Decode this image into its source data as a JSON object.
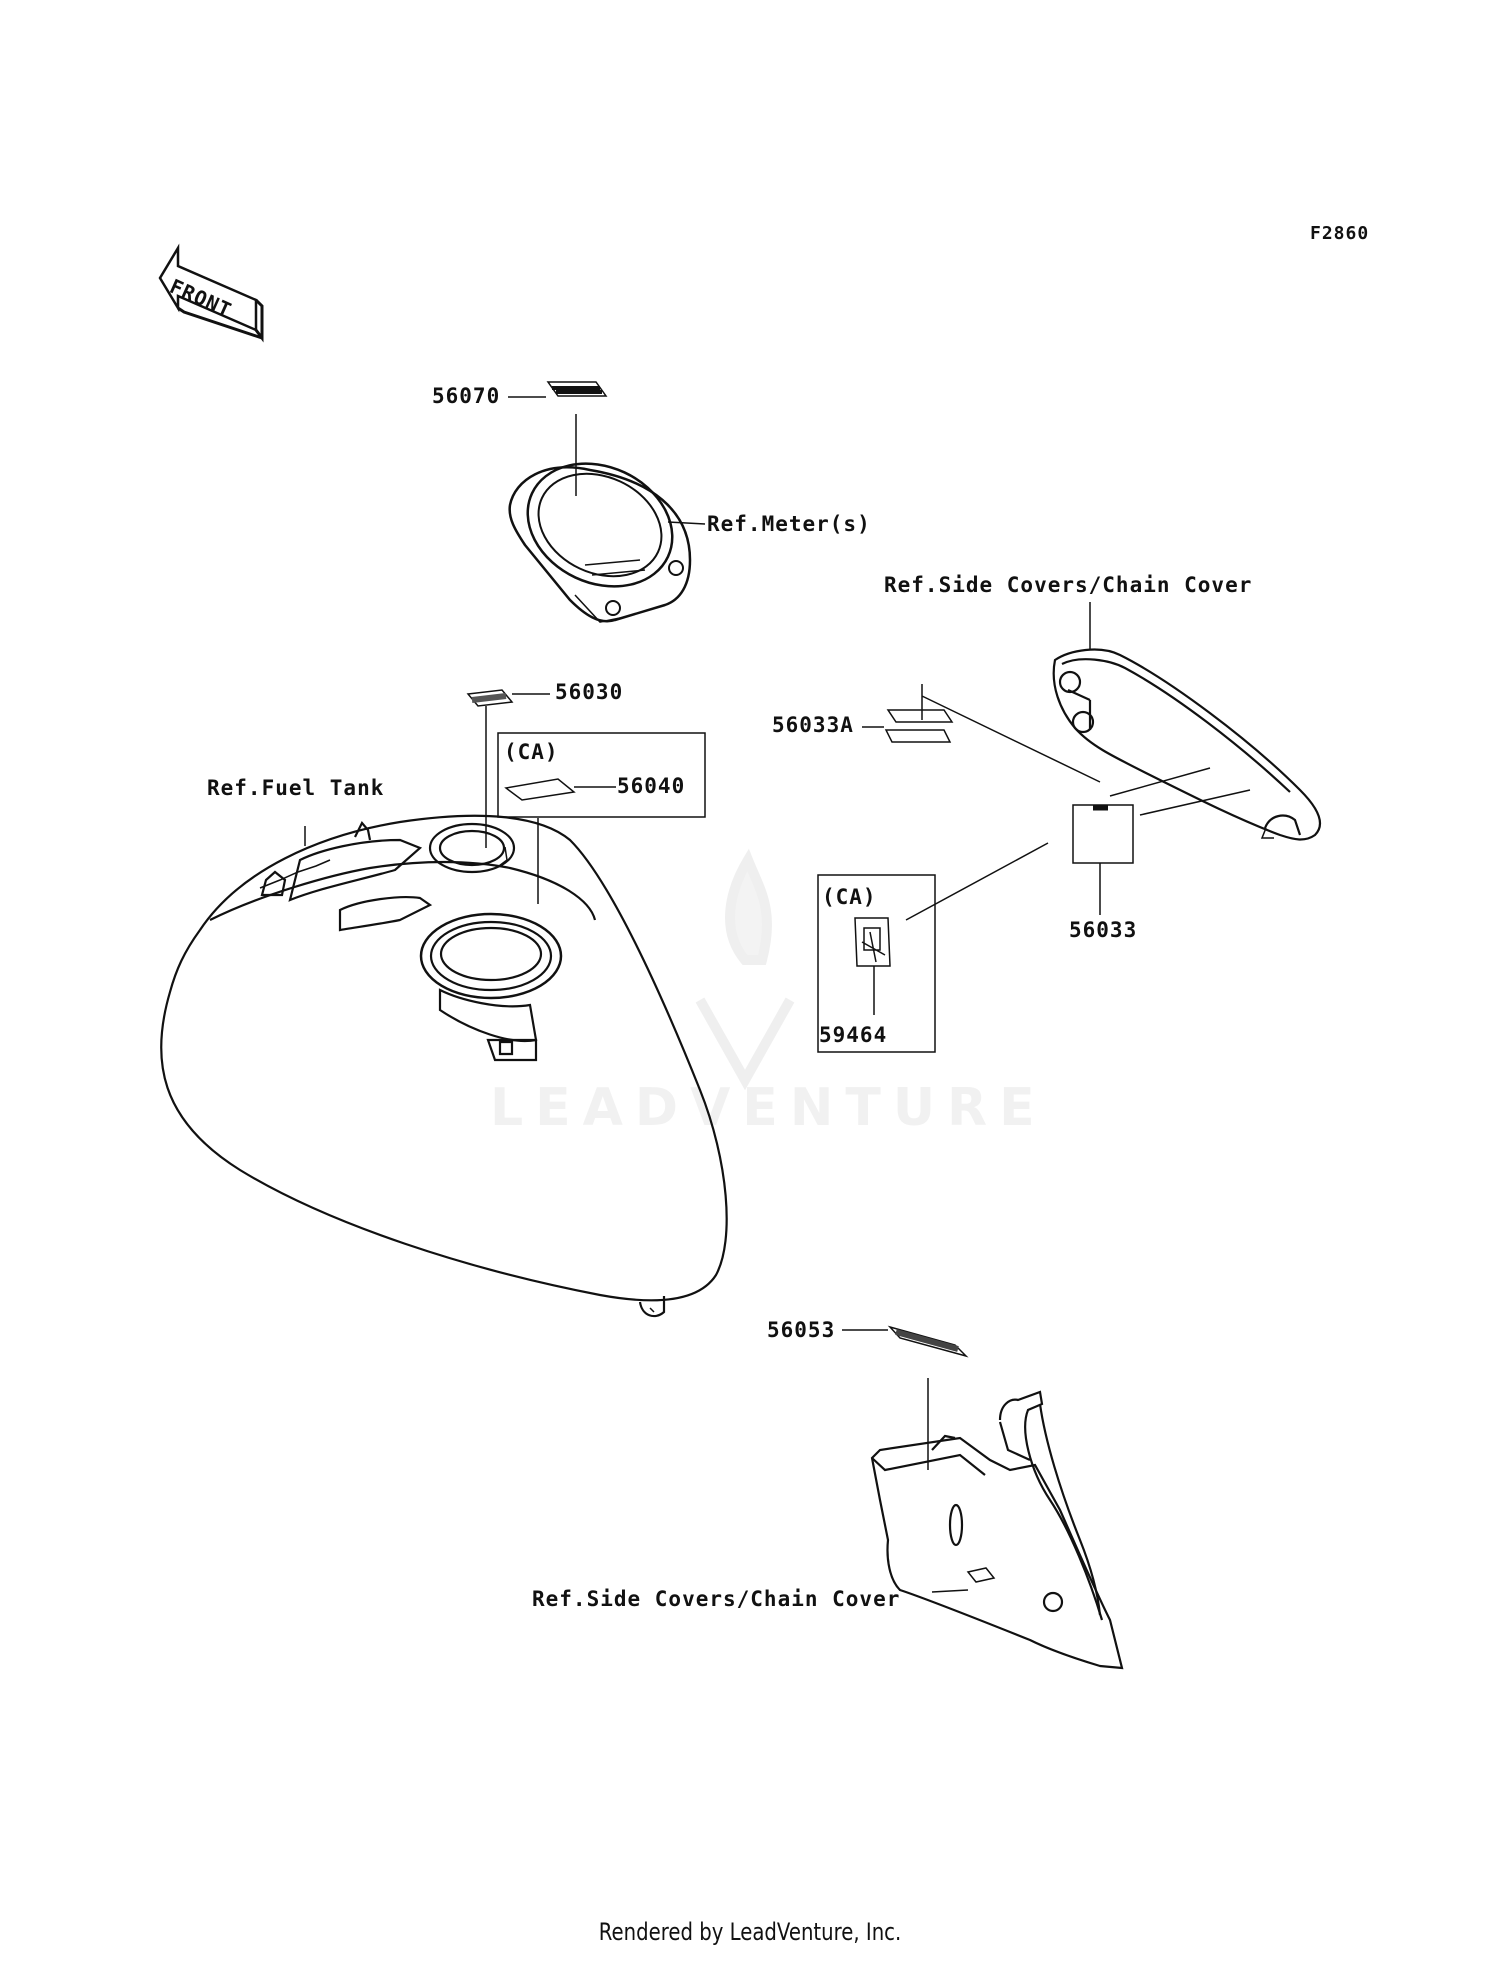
{
  "figure_code": "F2860",
  "front_arrow_text": "FRONT",
  "callouts": {
    "p56070": "56070",
    "ref_meter": "Ref.Meter(s)",
    "ref_side_cover_top": "Ref.Side Covers/Chain Cover",
    "p56030": "56030",
    "ca_1": "(CA)",
    "p56040": "56040",
    "p56033a": "56033A",
    "ref_fuel_tank": "Ref.Fuel Tank",
    "p56033": "56033",
    "ca_2": "(CA)",
    "p59464": "59464",
    "p56053": "56053",
    "ref_side_cover_bottom": "Ref.Side Covers/Chain Cover"
  },
  "watermark": "LEADVENTURE",
  "footer": "Rendered by LeadVenture, Inc."
}
